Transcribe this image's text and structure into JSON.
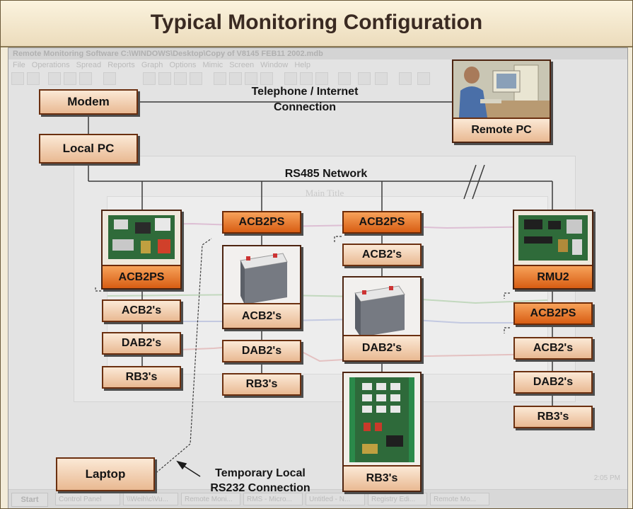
{
  "title": "Typical Monitoring Configuration",
  "background_app": {
    "window_title": "Remote Monitoring Software  C:\\WINDOWS\\Desktop\\Copy of V8145 FEB11 2002.mdb",
    "menu": [
      "File",
      "Operations",
      "Spread",
      "Reports",
      "Graph",
      "Options",
      "Mimic Screen",
      "Window",
      "Help"
    ],
    "chart_title": "Main Title",
    "taskbar": {
      "start": "Start",
      "items": [
        "Control Panel",
        "\\\\Weih\\c\\Vu...",
        "Remote Moni...",
        "RMS - Micro...",
        "Untitled - N...",
        "Registry Edi...",
        "Remote Mo..."
      ],
      "clock": "2:05 PM"
    }
  },
  "nodes": {
    "modem": "Modem",
    "local_pc": "Local PC",
    "remote_pc": "Remote PC",
    "laptop": "Laptop"
  },
  "labels": {
    "telephone_line1": "Telephone / Internet",
    "telephone_line2": "Connection",
    "rs485": "RS485 Network",
    "temp_line1": "Temporary Local",
    "temp_line2": "RS232 Connection"
  },
  "columns": {
    "col1": {
      "photo_caption": "ACB2PS",
      "boxes": [
        "ACB2's",
        "DAB2's",
        "RB3's"
      ]
    },
    "col2": {
      "top": "ACB2PS",
      "photo_caption": "ACB2's",
      "boxes": [
        "DAB2's",
        "RB3's"
      ]
    },
    "col3": {
      "top": "ACB2PS",
      "box": "ACB2's",
      "photo_caption": "DAB2's",
      "photo2_caption": "RB3's"
    },
    "col4": {
      "photo_caption": "RMU2",
      "boxes": [
        "ACB2PS",
        "ACB2's",
        "DAB2's",
        "RB3's"
      ]
    }
  },
  "colors": {
    "box_light": "#f0c9a4",
    "box_orange": "#e8732a",
    "outline": "#6b3010"
  }
}
